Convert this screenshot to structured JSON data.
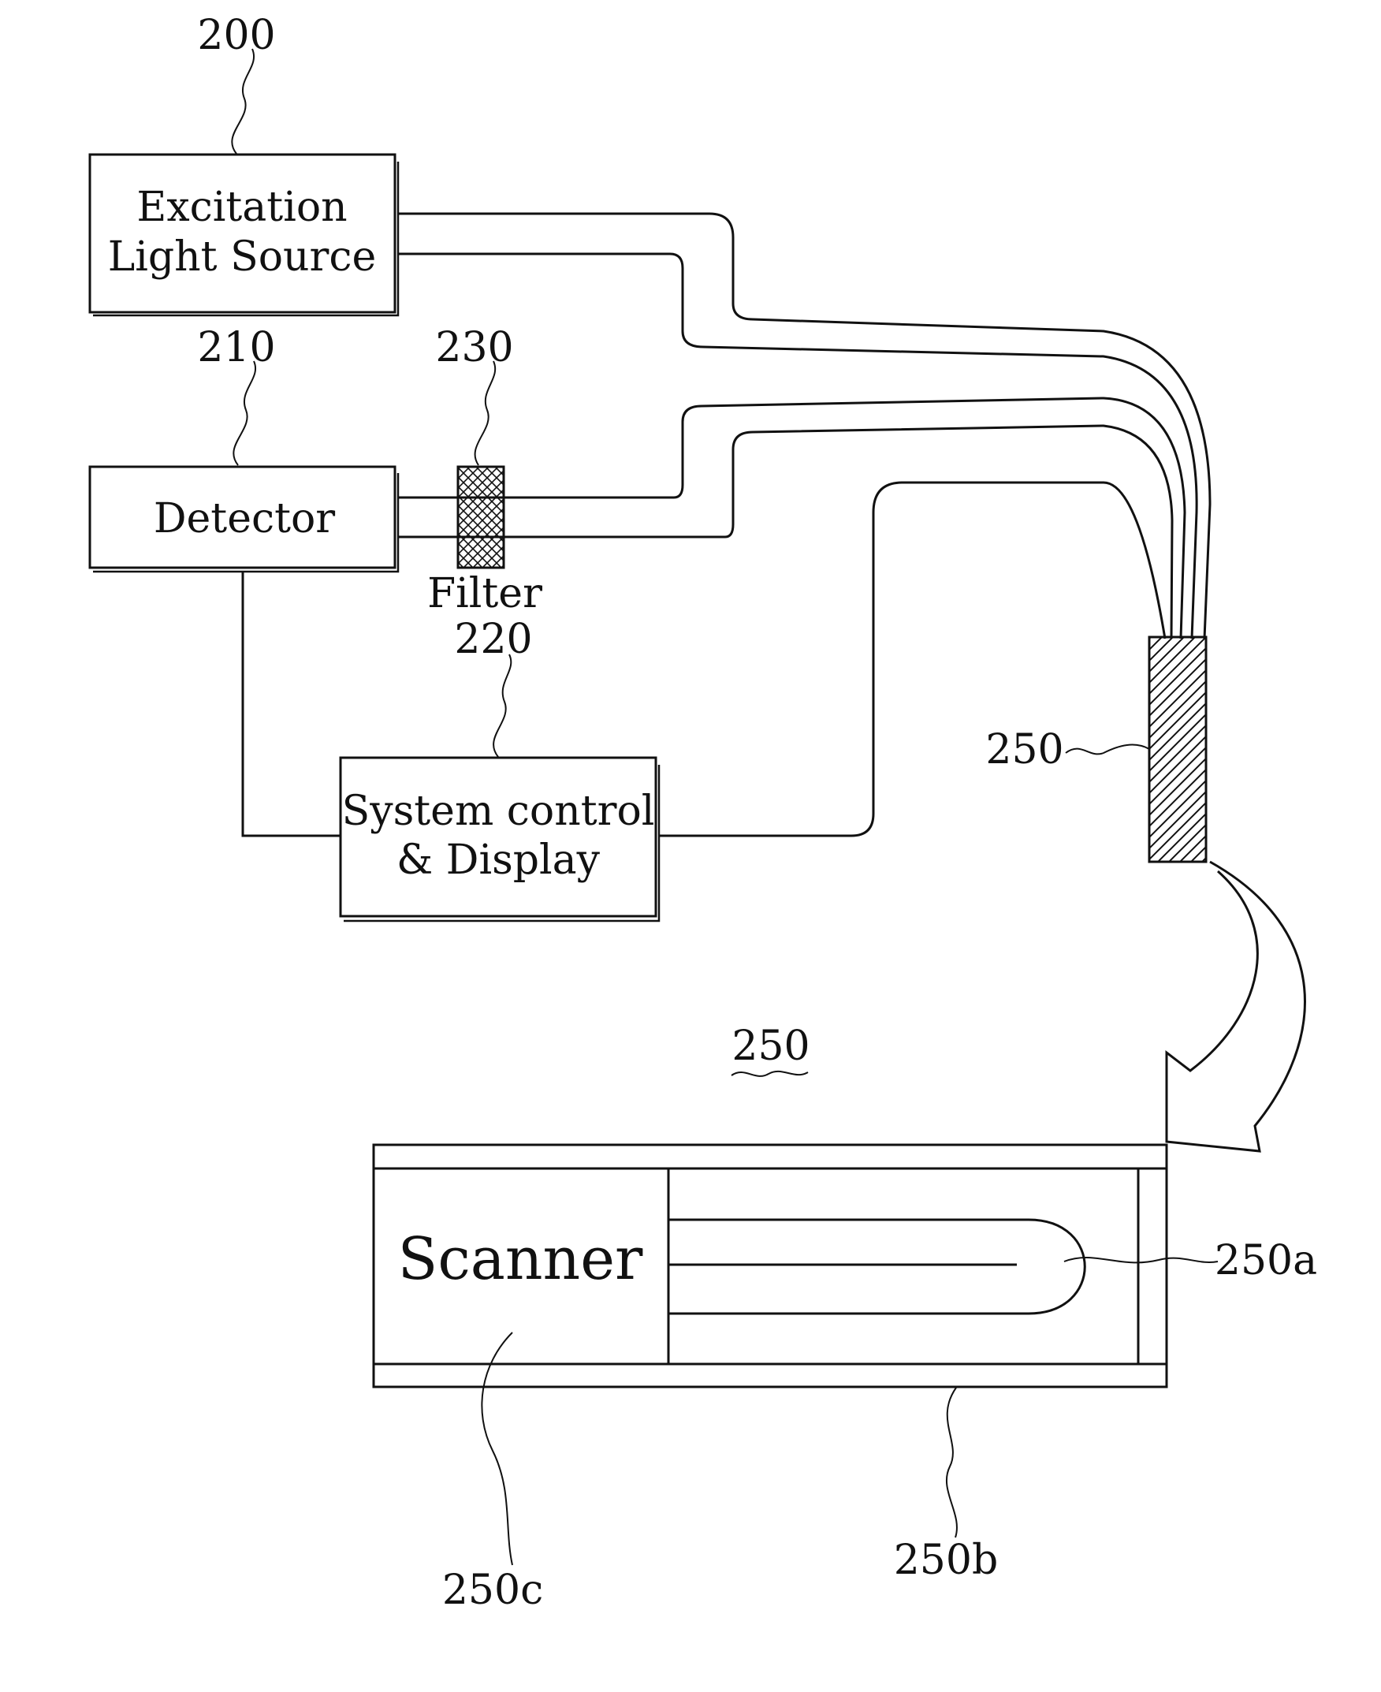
{
  "refs": {
    "light_source": "200",
    "detector": "210",
    "filter_box": "230",
    "filter_ctrl": "220",
    "probe": "250",
    "probe_detail": "250",
    "fiber": "250a",
    "housing": "250b",
    "scanner": "250c"
  },
  "boxes": {
    "light_source_line1": "Excitation",
    "light_source_line2": "Light Source",
    "detector": "Detector",
    "system_line1": "System control",
    "system_line2": "& Display",
    "scanner": "Scanner"
  },
  "labels": {
    "filter": "Filter"
  }
}
